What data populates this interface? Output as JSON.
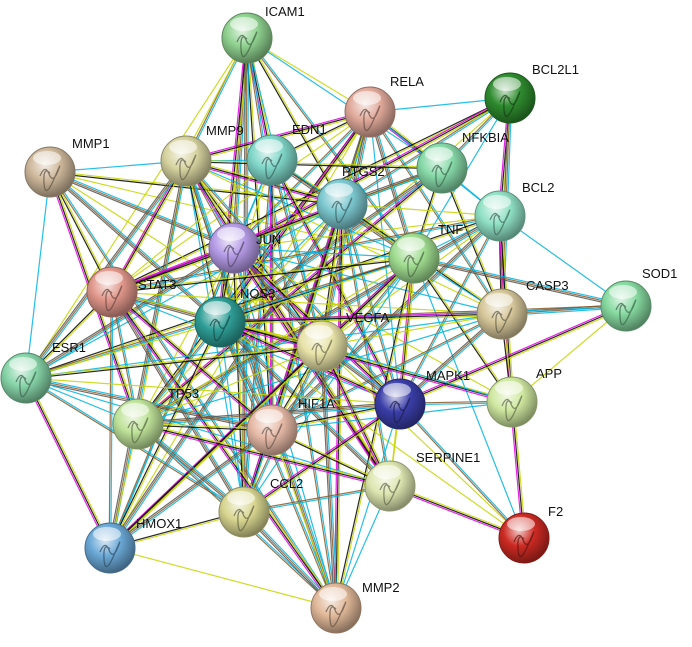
{
  "network": {
    "nodes": [
      {
        "id": "ICAM1",
        "label": "ICAM1",
        "color": "#8fd18f"
      },
      {
        "id": "RELA",
        "label": "RELA",
        "color": "#e0a99a"
      },
      {
        "id": "BCL2L1",
        "label": "BCL2L1",
        "color": "#2e8b2e"
      },
      {
        "id": "MMP1",
        "label": "MMP1",
        "color": "#cdb79a"
      },
      {
        "id": "MMP9",
        "label": "MMP9",
        "color": "#d7d3a0"
      },
      {
        "id": "EDN1",
        "label": "EDN1",
        "color": "#7fd6c8"
      },
      {
        "id": "NFKBIA",
        "label": "NFKBIA",
        "color": "#86d9a8"
      },
      {
        "id": "PTGS2",
        "label": "PTGS2",
        "color": "#7cc8cf"
      },
      {
        "id": "BCL2",
        "label": "BCL2",
        "color": "#8fe0c4"
      },
      {
        "id": "JUN",
        "label": "JUN",
        "color": "#b59be6"
      },
      {
        "id": "STAT3",
        "label": "STAT3",
        "color": "#e0968a"
      },
      {
        "id": "TNF",
        "label": "TNF",
        "color": "#9fdc8f"
      },
      {
        "id": "SOD1",
        "label": "SOD1",
        "color": "#86d9a0"
      },
      {
        "id": "CASP3",
        "label": "CASP3",
        "color": "#d6c79a"
      },
      {
        "id": "NOS3",
        "label": "NOS3",
        "color": "#2e9e96"
      },
      {
        "id": "ESR1",
        "label": "ESR1",
        "color": "#86d4a8"
      },
      {
        "id": "VEGFA",
        "label": "VEGFA",
        "color": "#e8e3a8"
      },
      {
        "id": "APP",
        "label": "APP",
        "color": "#cfe8a0"
      },
      {
        "id": "MAPK1",
        "label": "MAPK1",
        "color": "#3a3ea8"
      },
      {
        "id": "TP53",
        "label": "TP53",
        "color": "#bfe39a"
      },
      {
        "id": "HIF1A",
        "label": "HIF1A",
        "color": "#e6b9a6"
      },
      {
        "id": "SERPINE1",
        "label": "SERPINE1",
        "color": "#dde6b0"
      },
      {
        "id": "CCL2",
        "label": "CCL2",
        "color": "#d8d690"
      },
      {
        "id": "F2",
        "label": "F2",
        "color": "#cc2a22"
      },
      {
        "id": "HMOX1",
        "label": "HMOX1",
        "color": "#6aa8d6"
      },
      {
        "id": "MMP2",
        "label": "MMP2",
        "color": "#e0b898"
      }
    ],
    "edges": [
      [
        "ICAM1",
        "RELA"
      ],
      [
        "ICAM1",
        "MMP9"
      ],
      [
        "ICAM1",
        "EDN1"
      ],
      [
        "ICAM1",
        "NFKBIA"
      ],
      [
        "ICAM1",
        "PTGS2"
      ],
      [
        "ICAM1",
        "JUN"
      ],
      [
        "ICAM1",
        "STAT3"
      ],
      [
        "ICAM1",
        "TNF"
      ],
      [
        "ICAM1",
        "NOS3"
      ],
      [
        "ICAM1",
        "VEGFA"
      ],
      [
        "ICAM1",
        "HIF1A"
      ],
      [
        "ICAM1",
        "CCL2"
      ],
      [
        "ICAM1",
        "ESR1"
      ],
      [
        "ICAM1",
        "MMP2"
      ],
      [
        "RELA",
        "NFKBIA"
      ],
      [
        "RELA",
        "BCL2L1"
      ],
      [
        "RELA",
        "PTGS2"
      ],
      [
        "RELA",
        "TNF"
      ],
      [
        "RELA",
        "STAT3"
      ],
      [
        "RELA",
        "JUN"
      ],
      [
        "RELA",
        "MMP9"
      ],
      [
        "RELA",
        "BCL2"
      ],
      [
        "RELA",
        "TP53"
      ],
      [
        "RELA",
        "CCL2"
      ],
      [
        "RELA",
        "HIF1A"
      ],
      [
        "RELA",
        "CASP3"
      ],
      [
        "RELA",
        "NOS3"
      ],
      [
        "RELA",
        "MAPK1"
      ],
      [
        "RELA",
        "EDN1"
      ],
      [
        "RELA",
        "VEGFA"
      ],
      [
        "RELA",
        "HMOX1"
      ],
      [
        "BCL2L1",
        "NFKBIA"
      ],
      [
        "BCL2L1",
        "BCL2"
      ],
      [
        "BCL2L1",
        "TNF"
      ],
      [
        "BCL2L1",
        "STAT3"
      ],
      [
        "BCL2L1",
        "CASP3"
      ],
      [
        "BCL2L1",
        "TP53"
      ],
      [
        "BCL2L1",
        "PTGS2"
      ],
      [
        "BCL2L1",
        "JUN"
      ],
      [
        "MMP1",
        "MMP9"
      ],
      [
        "MMP1",
        "STAT3"
      ],
      [
        "MMP1",
        "JUN"
      ],
      [
        "MMP1",
        "TNF"
      ],
      [
        "MMP1",
        "MMP2"
      ],
      [
        "MMP1",
        "TP53"
      ],
      [
        "MMP1",
        "ESR1"
      ],
      [
        "MMP1",
        "PTGS2"
      ],
      [
        "MMP1",
        "NOS3"
      ],
      [
        "MMP1",
        "VEGFA"
      ],
      [
        "MMP9",
        "JUN"
      ],
      [
        "MMP9",
        "STAT3"
      ],
      [
        "MMP9",
        "TNF"
      ],
      [
        "MMP9",
        "VEGFA"
      ],
      [
        "MMP9",
        "MMP2"
      ],
      [
        "MMP9",
        "TP53"
      ],
      [
        "MMP9",
        "HIF1A"
      ],
      [
        "MMP9",
        "PTGS2"
      ],
      [
        "MMP9",
        "CCL2"
      ],
      [
        "MMP9",
        "NOS3"
      ],
      [
        "MMP9",
        "ESR1"
      ],
      [
        "MMP9",
        "CASP3"
      ],
      [
        "MMP9",
        "MAPK1"
      ],
      [
        "MMP9",
        "SERPINE1"
      ],
      [
        "MMP9",
        "EDN1"
      ],
      [
        "MMP9",
        "NFKBIA"
      ],
      [
        "MMP9",
        "HMOX1"
      ],
      [
        "EDN1",
        "NOS3"
      ],
      [
        "EDN1",
        "VEGFA"
      ],
      [
        "EDN1",
        "HIF1A"
      ],
      [
        "EDN1",
        "JUN"
      ],
      [
        "EDN1",
        "PTGS2"
      ],
      [
        "EDN1",
        "TNF"
      ],
      [
        "EDN1",
        "STAT3"
      ],
      [
        "EDN1",
        "CCL2"
      ],
      [
        "EDN1",
        "MAPK1"
      ],
      [
        "EDN1",
        "HMOX1"
      ],
      [
        "NFKBIA",
        "TNF"
      ],
      [
        "NFKBIA",
        "PTGS2"
      ],
      [
        "NFKBIA",
        "JUN"
      ],
      [
        "NFKBIA",
        "STAT3"
      ],
      [
        "NFKBIA",
        "TP53"
      ],
      [
        "NFKBIA",
        "BCL2"
      ],
      [
        "NFKBIA",
        "CASP3"
      ],
      [
        "NFKBIA",
        "NOS3"
      ],
      [
        "PTGS2",
        "TNF"
      ],
      [
        "PTGS2",
        "JUN"
      ],
      [
        "PTGS2",
        "STAT3"
      ],
      [
        "PTGS2",
        "NOS3"
      ],
      [
        "PTGS2",
        "VEGFA"
      ],
      [
        "PTGS2",
        "HIF1A"
      ],
      [
        "PTGS2",
        "TP53"
      ],
      [
        "PTGS2",
        "MAPK1"
      ],
      [
        "PTGS2",
        "CCL2"
      ],
      [
        "PTGS2",
        "ESR1"
      ],
      [
        "PTGS2",
        "CASP3"
      ],
      [
        "PTGS2",
        "HMOX1"
      ],
      [
        "PTGS2",
        "BCL2"
      ],
      [
        "PTGS2",
        "SERPINE1"
      ],
      [
        "PTGS2",
        "MMP2"
      ],
      [
        "BCL2",
        "TNF"
      ],
      [
        "BCL2",
        "CASP3"
      ],
      [
        "BCL2",
        "TP53"
      ],
      [
        "BCL2",
        "JUN"
      ],
      [
        "BCL2",
        "STAT3"
      ],
      [
        "BCL2",
        "APP"
      ],
      [
        "BCL2",
        "SOD1"
      ],
      [
        "BCL2",
        "ESR1"
      ],
      [
        "BCL2",
        "HIF1A"
      ],
      [
        "BCL2",
        "VEGFA"
      ],
      [
        "BCL2",
        "MAPK1"
      ],
      [
        "JUN",
        "STAT3"
      ],
      [
        "JUN",
        "TNF"
      ],
      [
        "JUN",
        "NOS3"
      ],
      [
        "JUN",
        "VEGFA"
      ],
      [
        "JUN",
        "TP53"
      ],
      [
        "JUN",
        "HIF1A"
      ],
      [
        "JUN",
        "MAPK1"
      ],
      [
        "JUN",
        "CASP3"
      ],
      [
        "JUN",
        "CCL2"
      ],
      [
        "JUN",
        "ESR1"
      ],
      [
        "JUN",
        "APP"
      ],
      [
        "JUN",
        "HMOX1"
      ],
      [
        "JUN",
        "SERPINE1"
      ],
      [
        "JUN",
        "MMP2"
      ],
      [
        "STAT3",
        "TNF"
      ],
      [
        "STAT3",
        "NOS3"
      ],
      [
        "STAT3",
        "VEGFA"
      ],
      [
        "STAT3",
        "TP53"
      ],
      [
        "STAT3",
        "HIF1A"
      ],
      [
        "STAT3",
        "MAPK1"
      ],
      [
        "STAT3",
        "ESR1"
      ],
      [
        "STAT3",
        "CCL2"
      ],
      [
        "STAT3",
        "CASP3"
      ],
      [
        "STAT3",
        "HMOX1"
      ],
      [
        "STAT3",
        "MMP2"
      ],
      [
        "TNF",
        "CASP3"
      ],
      [
        "TNF",
        "NOS3"
      ],
      [
        "TNF",
        "VEGFA"
      ],
      [
        "TNF",
        "TP53"
      ],
      [
        "TNF",
        "HIF1A"
      ],
      [
        "TNF",
        "MAPK1"
      ],
      [
        "TNF",
        "CCL2"
      ],
      [
        "TNF",
        "APP"
      ],
      [
        "TNF",
        "SOD1"
      ],
      [
        "TNF",
        "SERPINE1"
      ],
      [
        "TNF",
        "ESR1"
      ],
      [
        "TNF",
        "HMOX1"
      ],
      [
        "TNF",
        "F2"
      ],
      [
        "TNF",
        "MMP2"
      ],
      [
        "SOD1",
        "CASP3"
      ],
      [
        "SOD1",
        "APP"
      ],
      [
        "SOD1",
        "NOS3"
      ],
      [
        "SOD1",
        "MAPK1"
      ],
      [
        "CASP3",
        "TP53"
      ],
      [
        "CASP3",
        "APP"
      ],
      [
        "CASP3",
        "MAPK1"
      ],
      [
        "CASP3",
        "VEGFA"
      ],
      [
        "CASP3",
        "HIF1A"
      ],
      [
        "CASP3",
        "NOS3"
      ],
      [
        "CASP3",
        "ESR1"
      ],
      [
        "NOS3",
        "VEGFA"
      ],
      [
        "NOS3",
        "HIF1A"
      ],
      [
        "NOS3",
        "ESR1"
      ],
      [
        "NOS3",
        "TP53"
      ],
      [
        "NOS3",
        "MAPK1"
      ],
      [
        "NOS3",
        "CCL2"
      ],
      [
        "NOS3",
        "HMOX1"
      ],
      [
        "NOS3",
        "SERPINE1"
      ],
      [
        "NOS3",
        "F2"
      ],
      [
        "NOS3",
        "MMP2"
      ],
      [
        "NOS3",
        "APP"
      ],
      [
        "ESR1",
        "TP53"
      ],
      [
        "ESR1",
        "VEGFA"
      ],
      [
        "ESR1",
        "HIF1A"
      ],
      [
        "ESR1",
        "MAPK1"
      ],
      [
        "ESR1",
        "CCL2"
      ],
      [
        "ESR1",
        "HMOX1"
      ],
      [
        "ESR1",
        "SERPINE1"
      ],
      [
        "VEGFA",
        "HIF1A"
      ],
      [
        "VEGFA",
        "MAPK1"
      ],
      [
        "VEGFA",
        "TP53"
      ],
      [
        "VEGFA",
        "CCL2"
      ],
      [
        "VEGFA",
        "SERPINE1"
      ],
      [
        "VEGFA",
        "APP"
      ],
      [
        "VEGFA",
        "HMOX1"
      ],
      [
        "VEGFA",
        "MMP2"
      ],
      [
        "VEGFA",
        "F2"
      ],
      [
        "APP",
        "MAPK1"
      ],
      [
        "APP",
        "F2"
      ],
      [
        "APP",
        "HIF1A"
      ],
      [
        "MAPK1",
        "HIF1A"
      ],
      [
        "MAPK1",
        "TP53"
      ],
      [
        "MAPK1",
        "SERPINE1"
      ],
      [
        "MAPK1",
        "F2"
      ],
      [
        "MAPK1",
        "CCL2"
      ],
      [
        "MAPK1",
        "MMP2"
      ],
      [
        "TP53",
        "HIF1A"
      ],
      [
        "TP53",
        "CCL2"
      ],
      [
        "TP53",
        "HMOX1"
      ],
      [
        "TP53",
        "MMP2"
      ],
      [
        "TP53",
        "SERPINE1"
      ],
      [
        "HIF1A",
        "CCL2"
      ],
      [
        "HIF1A",
        "SERPINE1"
      ],
      [
        "HIF1A",
        "HMOX1"
      ],
      [
        "HIF1A",
        "MMP2"
      ],
      [
        "SERPINE1",
        "CCL2"
      ],
      [
        "SERPINE1",
        "F2"
      ],
      [
        "SERPINE1",
        "MMP2"
      ],
      [
        "CCL2",
        "HMOX1"
      ],
      [
        "CCL2",
        "MMP2"
      ],
      [
        "HMOX1",
        "MMP2"
      ]
    ],
    "edge_colors": [
      "#c6d600",
      "#000000",
      "#e000e0",
      "#00b4e0",
      "#8c5a2a",
      "#555555"
    ]
  }
}
